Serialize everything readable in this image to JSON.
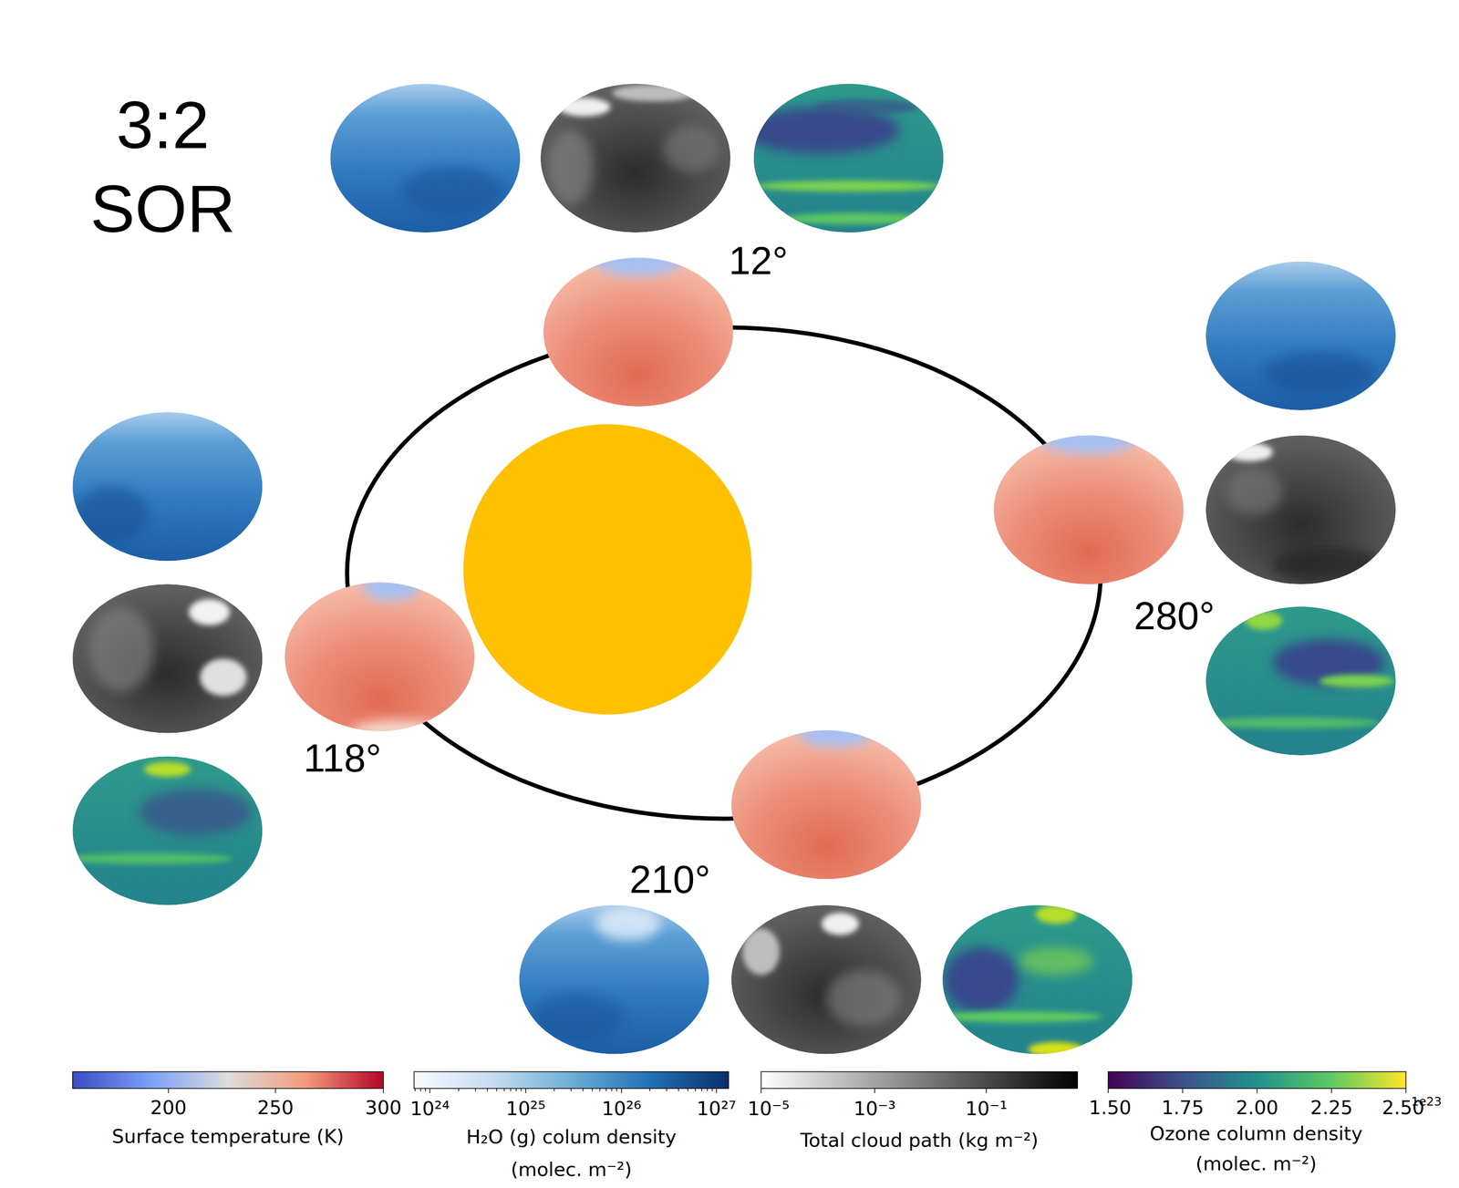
{
  "diagram": {
    "title": "3:2 SOR",
    "labels": [
      "12°",
      "118°",
      "210°",
      "280°",
      "200",
      "250",
      "300",
      "10²⁴",
      "10²⁵",
      "10²⁶",
      "10²⁷",
      "10⁻⁵",
      "10⁻³",
      "10⁻¹",
      "1.50",
      "1.75",
      "2.00",
      "2.25",
      "2.50",
      "1e23",
      "Surface temperature (K)",
      "H₂O (g) colum density (molec. m⁻²)",
      "Total cloud path (kg m⁻²)",
      "Ozone column density (molec. m⁻²)"
    ]
  }
}
